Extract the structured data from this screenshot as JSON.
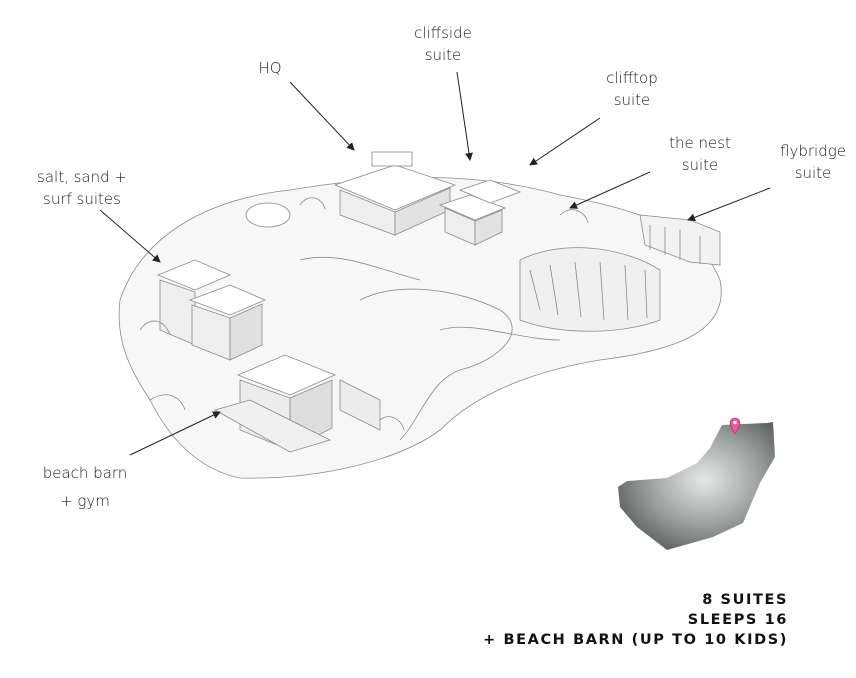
{
  "labels": {
    "cliffside": [
      "cliffside",
      "suite"
    ],
    "hq": [
      "HQ"
    ],
    "clifftop": [
      "clifftop",
      "suite"
    ],
    "the_nest": [
      "the nest",
      "suite"
    ],
    "flybridge": [
      "flybridge",
      "suite"
    ],
    "salt_sand_surf": [
      "salt, sand +",
      "surf suites"
    ],
    "beach_barn": [
      "beach barn",
      "+ gym"
    ]
  },
  "stats": [
    "8 SUITES",
    "SLEEPS 16",
    "+ BEACH BARN (UP TO 10 KIDS)"
  ],
  "colors": {
    "pin": "#e8579a",
    "island_dark": "#5f6462",
    "island_light": "#e6e8e7",
    "sketch": "#8a8a8a"
  },
  "icons": {
    "pin": "map-pin-icon"
  }
}
